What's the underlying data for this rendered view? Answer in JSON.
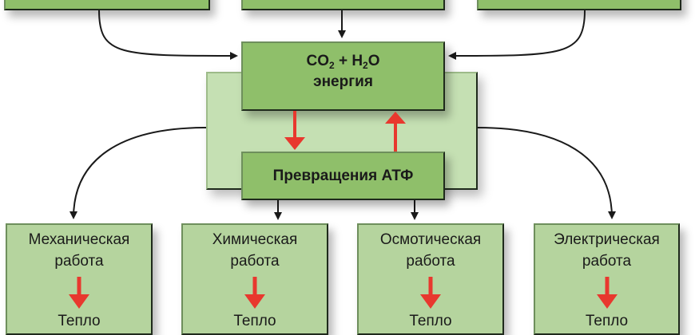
{
  "diagram": {
    "top_boxes": [
      "",
      "",
      ""
    ],
    "center_box": {
      "line1_parts": [
        "CO",
        "2",
        " + H",
        "2",
        "O"
      ],
      "line2": "энергия"
    },
    "atp_box": {
      "label": "Превращения АТФ"
    },
    "work_boxes": [
      {
        "line1": "Механическая",
        "line2": "работа",
        "result": "Тепло"
      },
      {
        "line1": "Химическая",
        "line2": "работа",
        "result": "Тепло"
      },
      {
        "line1": "Осмотическая",
        "line2": "работа",
        "result": "Тепло"
      },
      {
        "line1": "Электрическая",
        "line2": "работа",
        "result": "Тепло"
      }
    ],
    "colors": {
      "box_dark": "#8fbf6a",
      "box_light": "#b5d49e",
      "panel": "#c5e0b3",
      "arrow_red": "#e8382e",
      "arrow_black": "#1a1a1a"
    }
  }
}
